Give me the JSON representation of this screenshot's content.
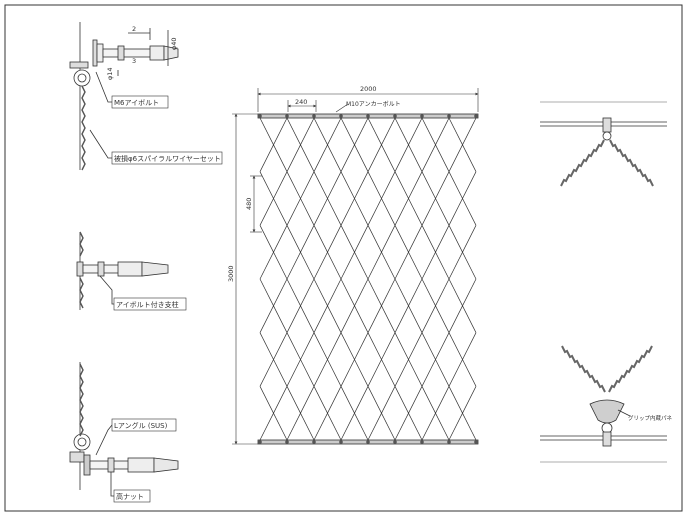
{
  "callouts": {
    "eyebolt": "M6アイボルト",
    "wire": "被損φ6スパイラルワイヤーセット",
    "post": "アイボルト付き支柱",
    "angle": "Lアングル (SUS)",
    "nut": "高ナット",
    "anchor": "M10アンカーボルト",
    "grip": "グリップ内蔵パネ"
  },
  "dims": {
    "total_width": "2000",
    "cell_width": "240",
    "total_height": "3000",
    "cell_height": "480",
    "small_a": "2",
    "small_b": "3",
    "phi40": "φ40",
    "phi14": "φ14"
  },
  "net": {
    "columns": 8,
    "rows": 6
  },
  "colors": {
    "line": "#333333",
    "wire_fill": "#8a8a8a",
    "frame": "#555555"
  }
}
